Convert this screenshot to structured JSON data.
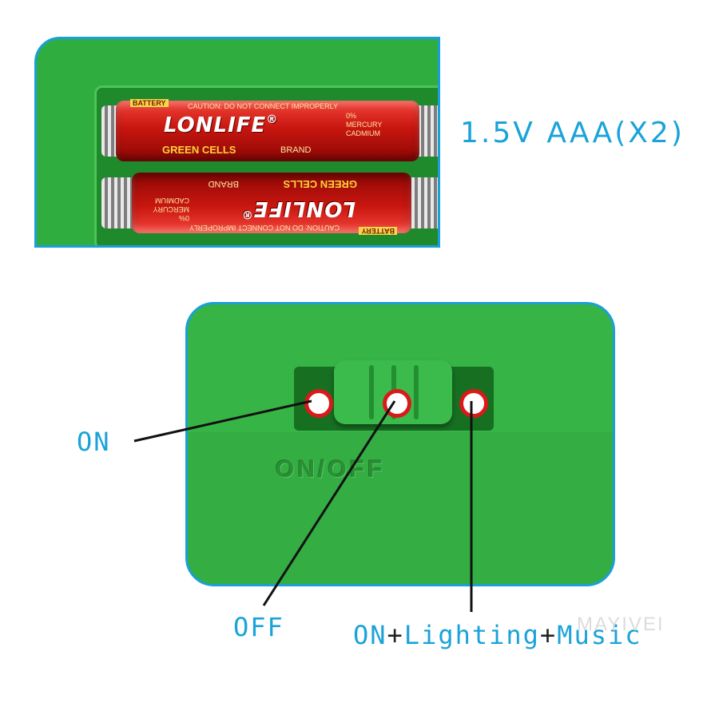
{
  "battery": {
    "voltage_label": "1.5V AAA(X2)",
    "brand": "LONLIFE",
    "registered_mark": "®",
    "subtitle": "GREEN CELLS",
    "brand_word": "BRAND",
    "battery_tag": "BATTERY",
    "mercury_note": "0% MERCURY CADMIUM",
    "caution_text": "CAUTION: DO NOT CONNECT IMPROPERLY"
  },
  "switch": {
    "engraving": "ON/OFF"
  },
  "labels": {
    "on": "ON",
    "off": "OFF",
    "combo_on": "ON",
    "combo_lighting": "Lighting",
    "combo_music": "Music",
    "plus": "+"
  },
  "watermark": "MAYIVEI",
  "colors": {
    "accent_blue": "#1aa3d9",
    "toy_green": "#37b446",
    "battery_red": "#c8160f",
    "marker_red": "#d91a1a"
  }
}
